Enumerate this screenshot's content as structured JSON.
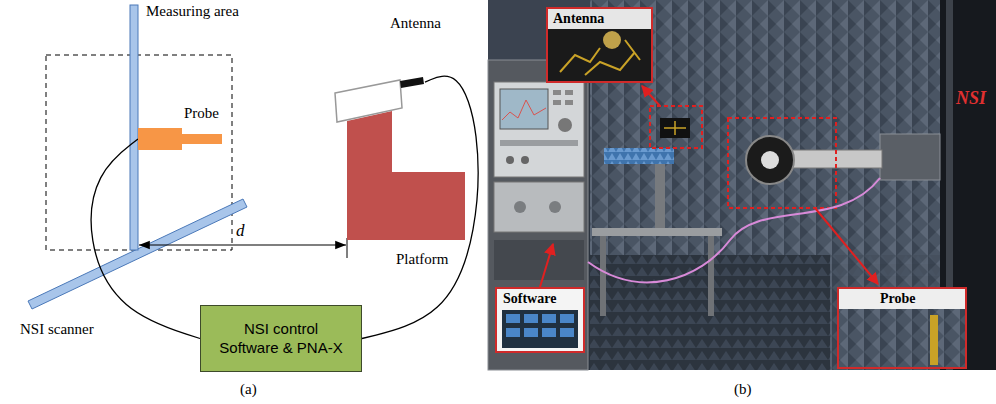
{
  "diagram": {
    "nodes": [
      {
        "text": [
          "Probe"
        ]
      },
      {
        "text": [
          "Antenna"
        ]
      },
      {
        "text": [
          "NSI control Software & PNA-X"
        ]
      }
    ],
    "edges": [
      {
        "from": 0,
        "to": 2,
        "arrow": "none"
      },
      {
        "from": 1,
        "to": 2,
        "arrow": "none"
      }
    ],
    "labels": [
      "Measuring area",
      "d",
      "Platform",
      "NSI scanner",
      "(a)",
      "Antenna",
      "Software",
      "Probe",
      "NSI",
      "(b)"
    ]
  }
}
